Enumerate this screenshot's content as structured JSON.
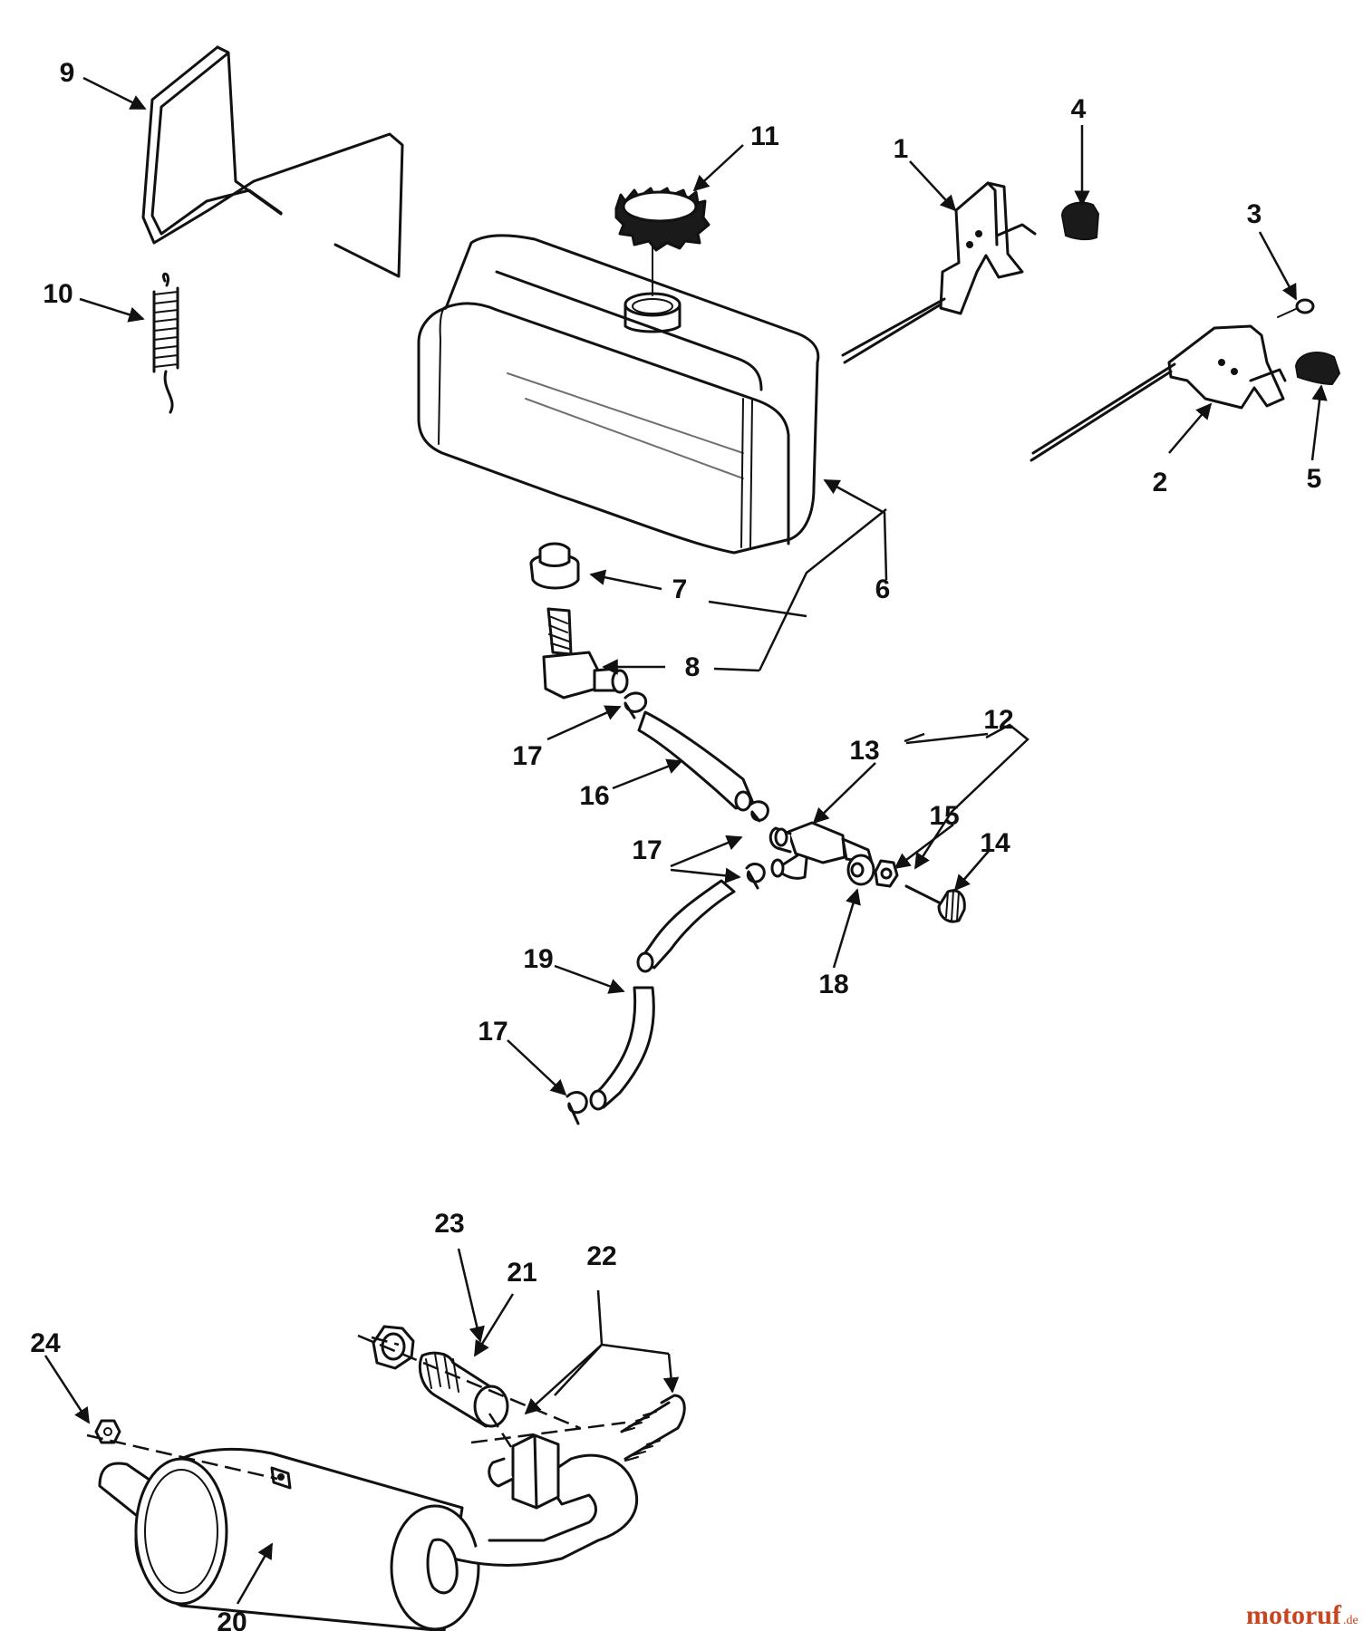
{
  "watermark": {
    "brand": "motoruf",
    "tld": ".de"
  },
  "callouts": [
    "1",
    "2",
    "3",
    "4",
    "5",
    "6",
    "7",
    "8",
    "9",
    "10",
    "11",
    "12",
    "13",
    "14",
    "15",
    "16",
    "17",
    "18",
    "19",
    "20",
    "21",
    "22",
    "23",
    "24"
  ],
  "callout_17_repeats": [
    "17",
    "17",
    "17"
  ]
}
